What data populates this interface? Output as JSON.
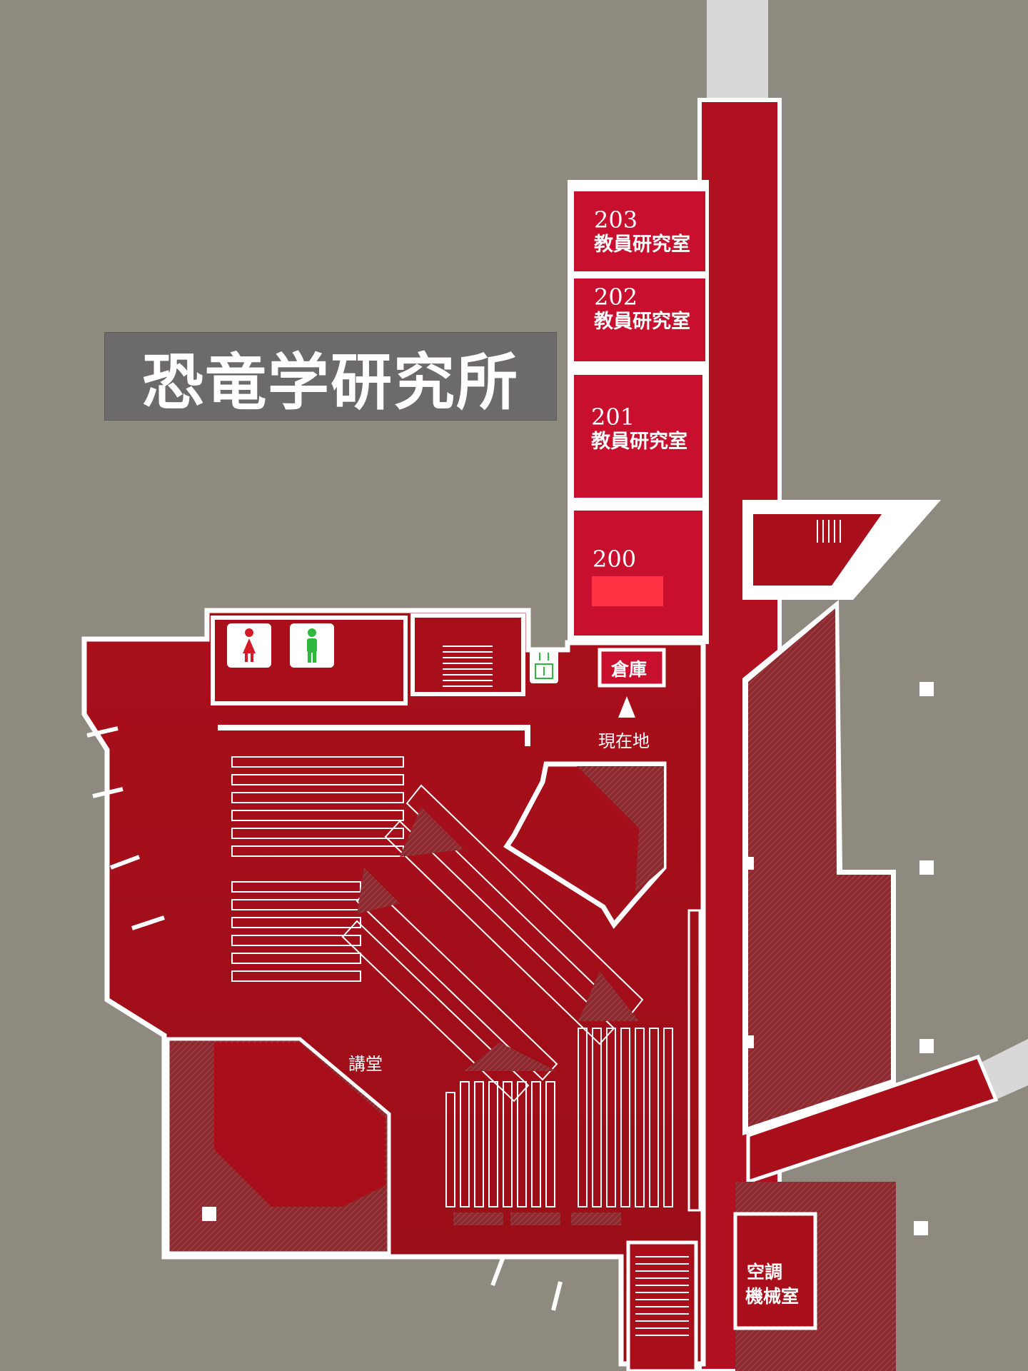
{
  "title": "恐竜学研究所",
  "rooms": [
    {
      "number": "203",
      "name": "教員研究室"
    },
    {
      "number": "202",
      "name": "教員研究室"
    },
    {
      "number": "201",
      "name": "教員研究室"
    },
    {
      "number": "200",
      "name": ""
    }
  ],
  "labels": {
    "storage": "倉庫",
    "you_are_here": "現在地",
    "lecture_hall": "講堂",
    "hvac_room_line1": "空調",
    "hvac_room_line2": "機械室"
  },
  "icons": [
    "female-restroom-icon",
    "male-restroom-icon",
    "elevator-icon",
    "you-are-here-arrow-icon"
  ],
  "colors": {
    "wall_gray": "#8f8a7f",
    "floor_red": "#a90f1a",
    "room_red": "#c8102e",
    "hatch_red": "#7d2a2e",
    "room_200_highlight": "#ff3344"
  }
}
